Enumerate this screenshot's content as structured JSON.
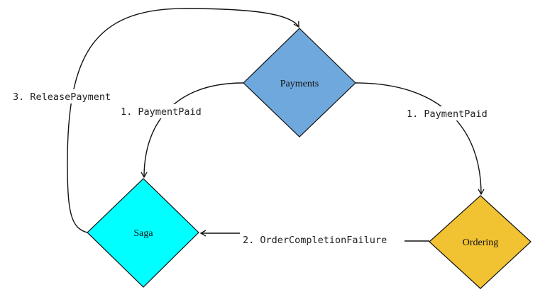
{
  "nodes": {
    "payments": {
      "label": "Payments",
      "color": "#6fa8dc"
    },
    "saga": {
      "label": "Saga",
      "color": "#00ffff"
    },
    "ordering": {
      "label": "Ordering",
      "color": "#f1c232"
    }
  },
  "edges": {
    "payments_to_saga": "1. PaymentPaid",
    "payments_to_ordering": "1. PaymentPaid",
    "ordering_to_saga": "2. OrderCompletionFailure",
    "saga_to_payments": "3. ReleasePayment"
  }
}
